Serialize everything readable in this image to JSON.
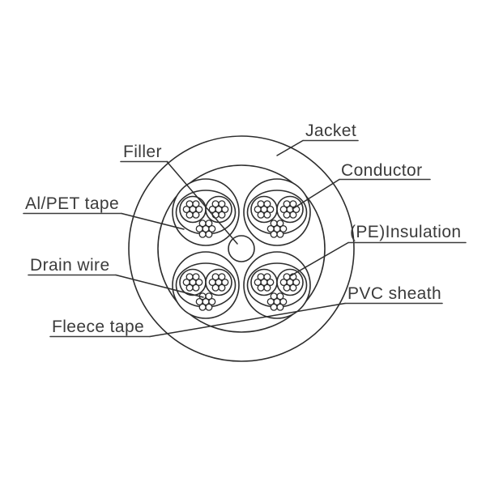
{
  "page": {
    "background_color": "#ffffff",
    "line_color": "#2d2d2d",
    "text_color": "#3b3b3b"
  },
  "diagram": {
    "type": "cable-cross-section",
    "structure": {
      "twisted_pairs": 4,
      "conductors_per_pair": 2,
      "strands_per_conductor": 7,
      "drain_wires_per_pair": 1,
      "center_fillers": 1,
      "outer_layers_inner_to_outer": [
        "Fleece tape",
        "PVC sheath",
        "Jacket"
      ]
    },
    "labels": {
      "jacket": {
        "text": "Jacket"
      },
      "filler": {
        "text": "Filler"
      },
      "conductor": {
        "text": "Conductor"
      },
      "al_pet_tape": {
        "text": "Al/PET tape"
      },
      "pe_insulation": {
        "text": "(PE)Insulation"
      },
      "drain_wire": {
        "text": "Drain wire"
      },
      "pvc_sheath": {
        "text": "PVC sheath"
      },
      "fleece_tape": {
        "text": "Fleece tape"
      }
    }
  }
}
